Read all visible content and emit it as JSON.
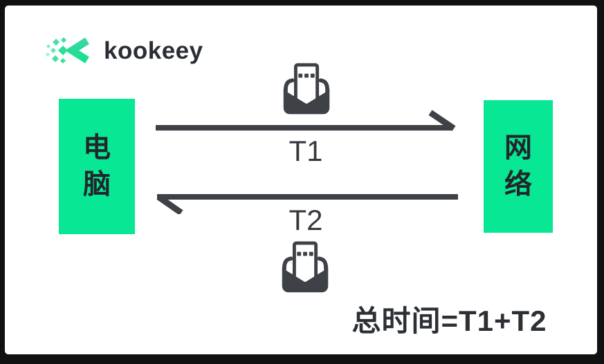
{
  "brand": {
    "name": "kookeey"
  },
  "nodes": {
    "left": {
      "label": "电脑"
    },
    "right": {
      "label": "网络"
    }
  },
  "flows": {
    "t1": {
      "label": "T1",
      "direction": "left-to-right"
    },
    "t2": {
      "label": "T2",
      "direction": "right-to-left"
    }
  },
  "formula": {
    "text": "总时间=T1+T2"
  },
  "icons": {
    "logo": "kookeey-diamond-x-icon",
    "top": "open-envelope-message-icon",
    "bottom": "open-envelope-message-icon"
  },
  "colors": {
    "accent_green": "#07e794",
    "ink_dark": "#3e4247",
    "text_dark": "#22262b",
    "frame_black": "#111111",
    "card_white": "#ffffff"
  }
}
